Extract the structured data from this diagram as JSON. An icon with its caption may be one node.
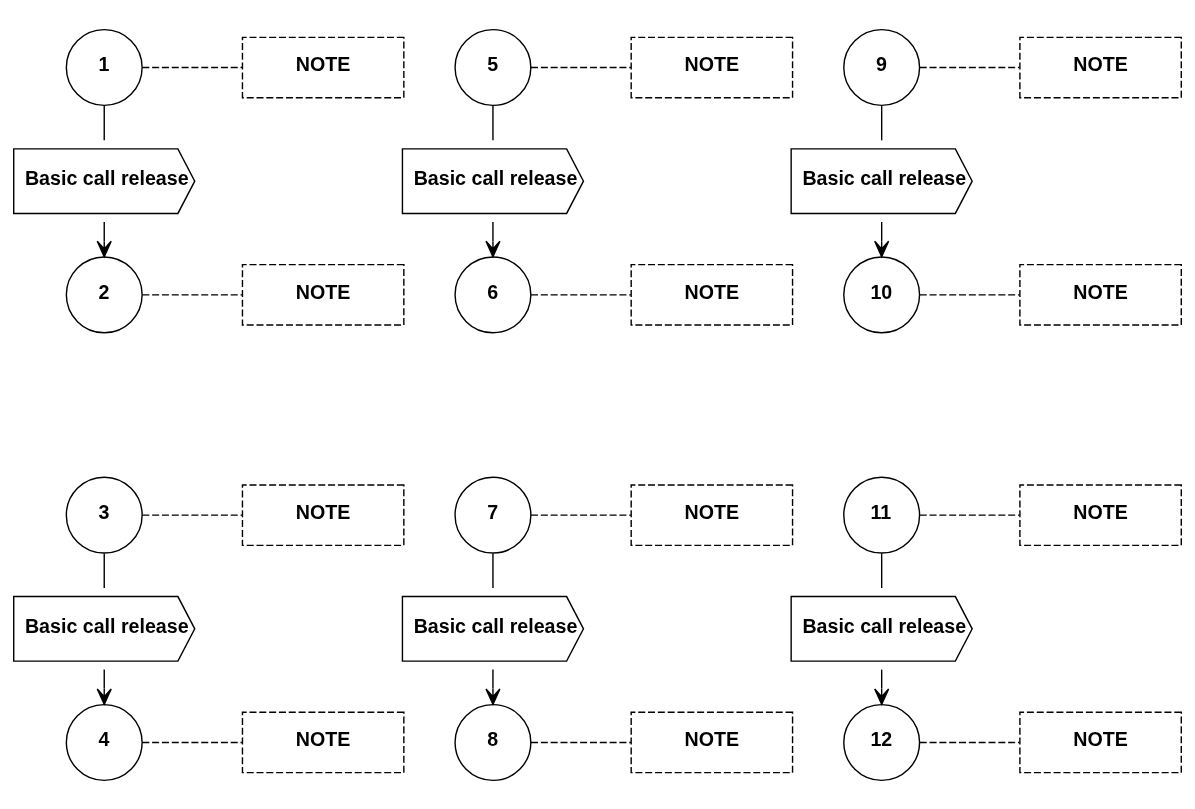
{
  "diagram": {
    "nodes": [
      {
        "text": [
          "1"
        ]
      },
      {
        "text": [
          "NOTE"
        ]
      },
      {
        "text": [
          "Basic call release"
        ]
      },
      {
        "text": [
          "2"
        ]
      },
      {
        "text": [
          "NOTE"
        ]
      },
      {
        "text": [
          "5"
        ]
      },
      {
        "text": [
          "NOTE"
        ]
      },
      {
        "text": [
          "Basic call release"
        ]
      },
      {
        "text": [
          "6"
        ]
      },
      {
        "text": [
          "NOTE"
        ]
      },
      {
        "text": [
          "9"
        ]
      },
      {
        "text": [
          "NOTE"
        ]
      },
      {
        "text": [
          "Basic call release"
        ]
      },
      {
        "text": [
          "10"
        ]
      },
      {
        "text": [
          "NOTE"
        ]
      },
      {
        "text": [
          "3"
        ]
      },
      {
        "text": [
          "NOTE"
        ]
      },
      {
        "text": [
          "Basic call release"
        ]
      },
      {
        "text": [
          "4"
        ]
      },
      {
        "text": [
          "NOTE"
        ]
      },
      {
        "text": [
          "7"
        ]
      },
      {
        "text": [
          "NOTE"
        ]
      },
      {
        "text": [
          "Basic call release"
        ]
      },
      {
        "text": [
          "8"
        ]
      },
      {
        "text": [
          "NOTE"
        ]
      },
      {
        "text": [
          "11"
        ]
      },
      {
        "text": [
          "NOTE"
        ]
      },
      {
        "text": [
          "Basic call release"
        ]
      },
      {
        "text": [
          "12"
        ]
      },
      {
        "text": [
          "NOTE"
        ]
      }
    ],
    "edges": [
      {
        "from": 0,
        "to": 1,
        "arrow": "none",
        "style": "dashed"
      },
      {
        "from": 0,
        "to": 2,
        "arrow": "none"
      },
      {
        "from": 2,
        "to": 3,
        "arrow": "to"
      },
      {
        "from": 3,
        "to": 4,
        "arrow": "none",
        "style": "dashed"
      },
      {
        "from": 5,
        "to": 6,
        "arrow": "none",
        "style": "dashed"
      },
      {
        "from": 5,
        "to": 7,
        "arrow": "none"
      },
      {
        "from": 7,
        "to": 8,
        "arrow": "to"
      },
      {
        "from": 8,
        "to": 9,
        "arrow": "none",
        "style": "dashed"
      },
      {
        "from": 10,
        "to": 11,
        "arrow": "none",
        "style": "dashed"
      },
      {
        "from": 10,
        "to": 12,
        "arrow": "none"
      },
      {
        "from": 12,
        "to": 13,
        "arrow": "to"
      },
      {
        "from": 13,
        "to": 14,
        "arrow": "none",
        "style": "dashed"
      },
      {
        "from": 15,
        "to": 16,
        "arrow": "none",
        "style": "dashed"
      },
      {
        "from": 15,
        "to": 17,
        "arrow": "none"
      },
      {
        "from": 17,
        "to": 18,
        "arrow": "to"
      },
      {
        "from": 18,
        "to": 19,
        "arrow": "none",
        "style": "dashed"
      },
      {
        "from": 20,
        "to": 21,
        "arrow": "none",
        "style": "dashed"
      },
      {
        "from": 20,
        "to": 22,
        "arrow": "none"
      },
      {
        "from": 22,
        "to": 23,
        "arrow": "to"
      },
      {
        "from": 23,
        "to": 24,
        "arrow": "none",
        "style": "dashed"
      },
      {
        "from": 25,
        "to": 26,
        "arrow": "none",
        "style": "dashed"
      },
      {
        "from": 25,
        "to": 27,
        "arrow": "none"
      },
      {
        "from": 27,
        "to": 28,
        "arrow": "to"
      },
      {
        "from": 28,
        "to": 29,
        "arrow": "none",
        "style": "dashed"
      }
    ]
  }
}
